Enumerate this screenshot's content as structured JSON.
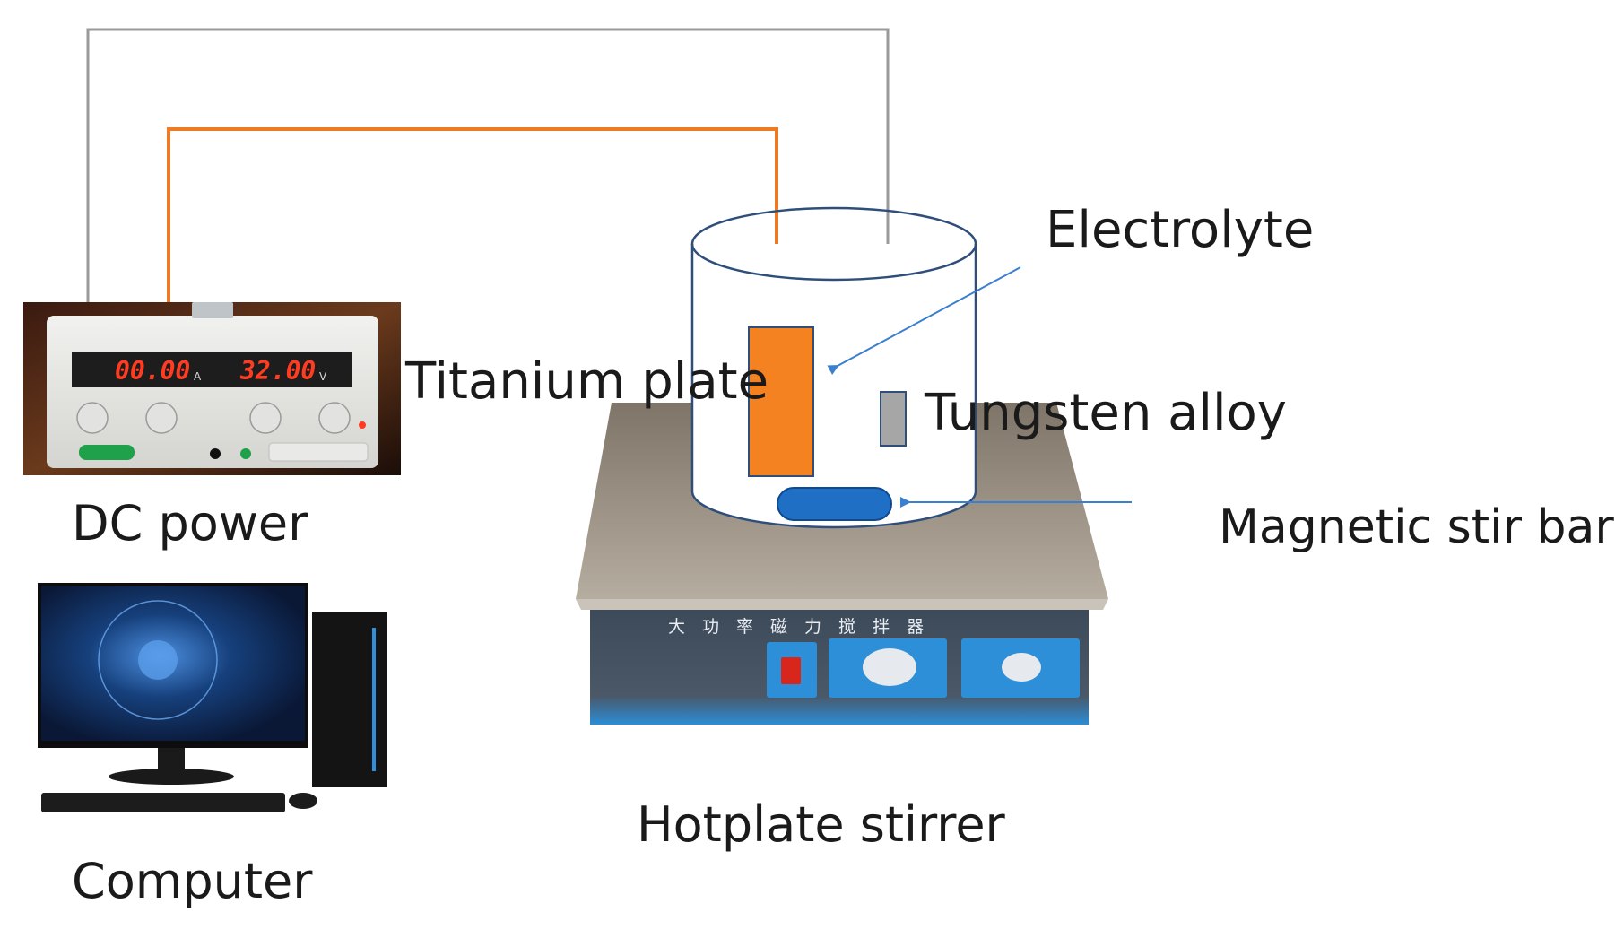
{
  "diagram": {
    "labels": {
      "electrolyte": "Electrolyte",
      "titanium_plate": "Titanium plate",
      "tungsten_alloy": "Tungsten alloy",
      "magnetic_stir_bar": "Magnetic stir bar",
      "dc_power": "DC power",
      "computer": "Computer",
      "hotplate_stirrer": "Hotplate stirrer"
    },
    "dc_power_display": {
      "current": "00.00",
      "current_unit": "A",
      "voltage": "32.00",
      "voltage_unit": "V"
    },
    "stirrer_panel_text": "大功率磁力搅拌器",
    "colors": {
      "titanium_wire": "#f07a24",
      "tungsten_wire": "#9a9a9a",
      "titanium_plate": "#f58220",
      "tungsten_electrode": "#a6a6a6",
      "stir_bar": "#1f6fc4",
      "arrow": "#3a7fd0",
      "beaker_outline": "#2f4f7a",
      "display_digits": "#ff3b22"
    }
  }
}
